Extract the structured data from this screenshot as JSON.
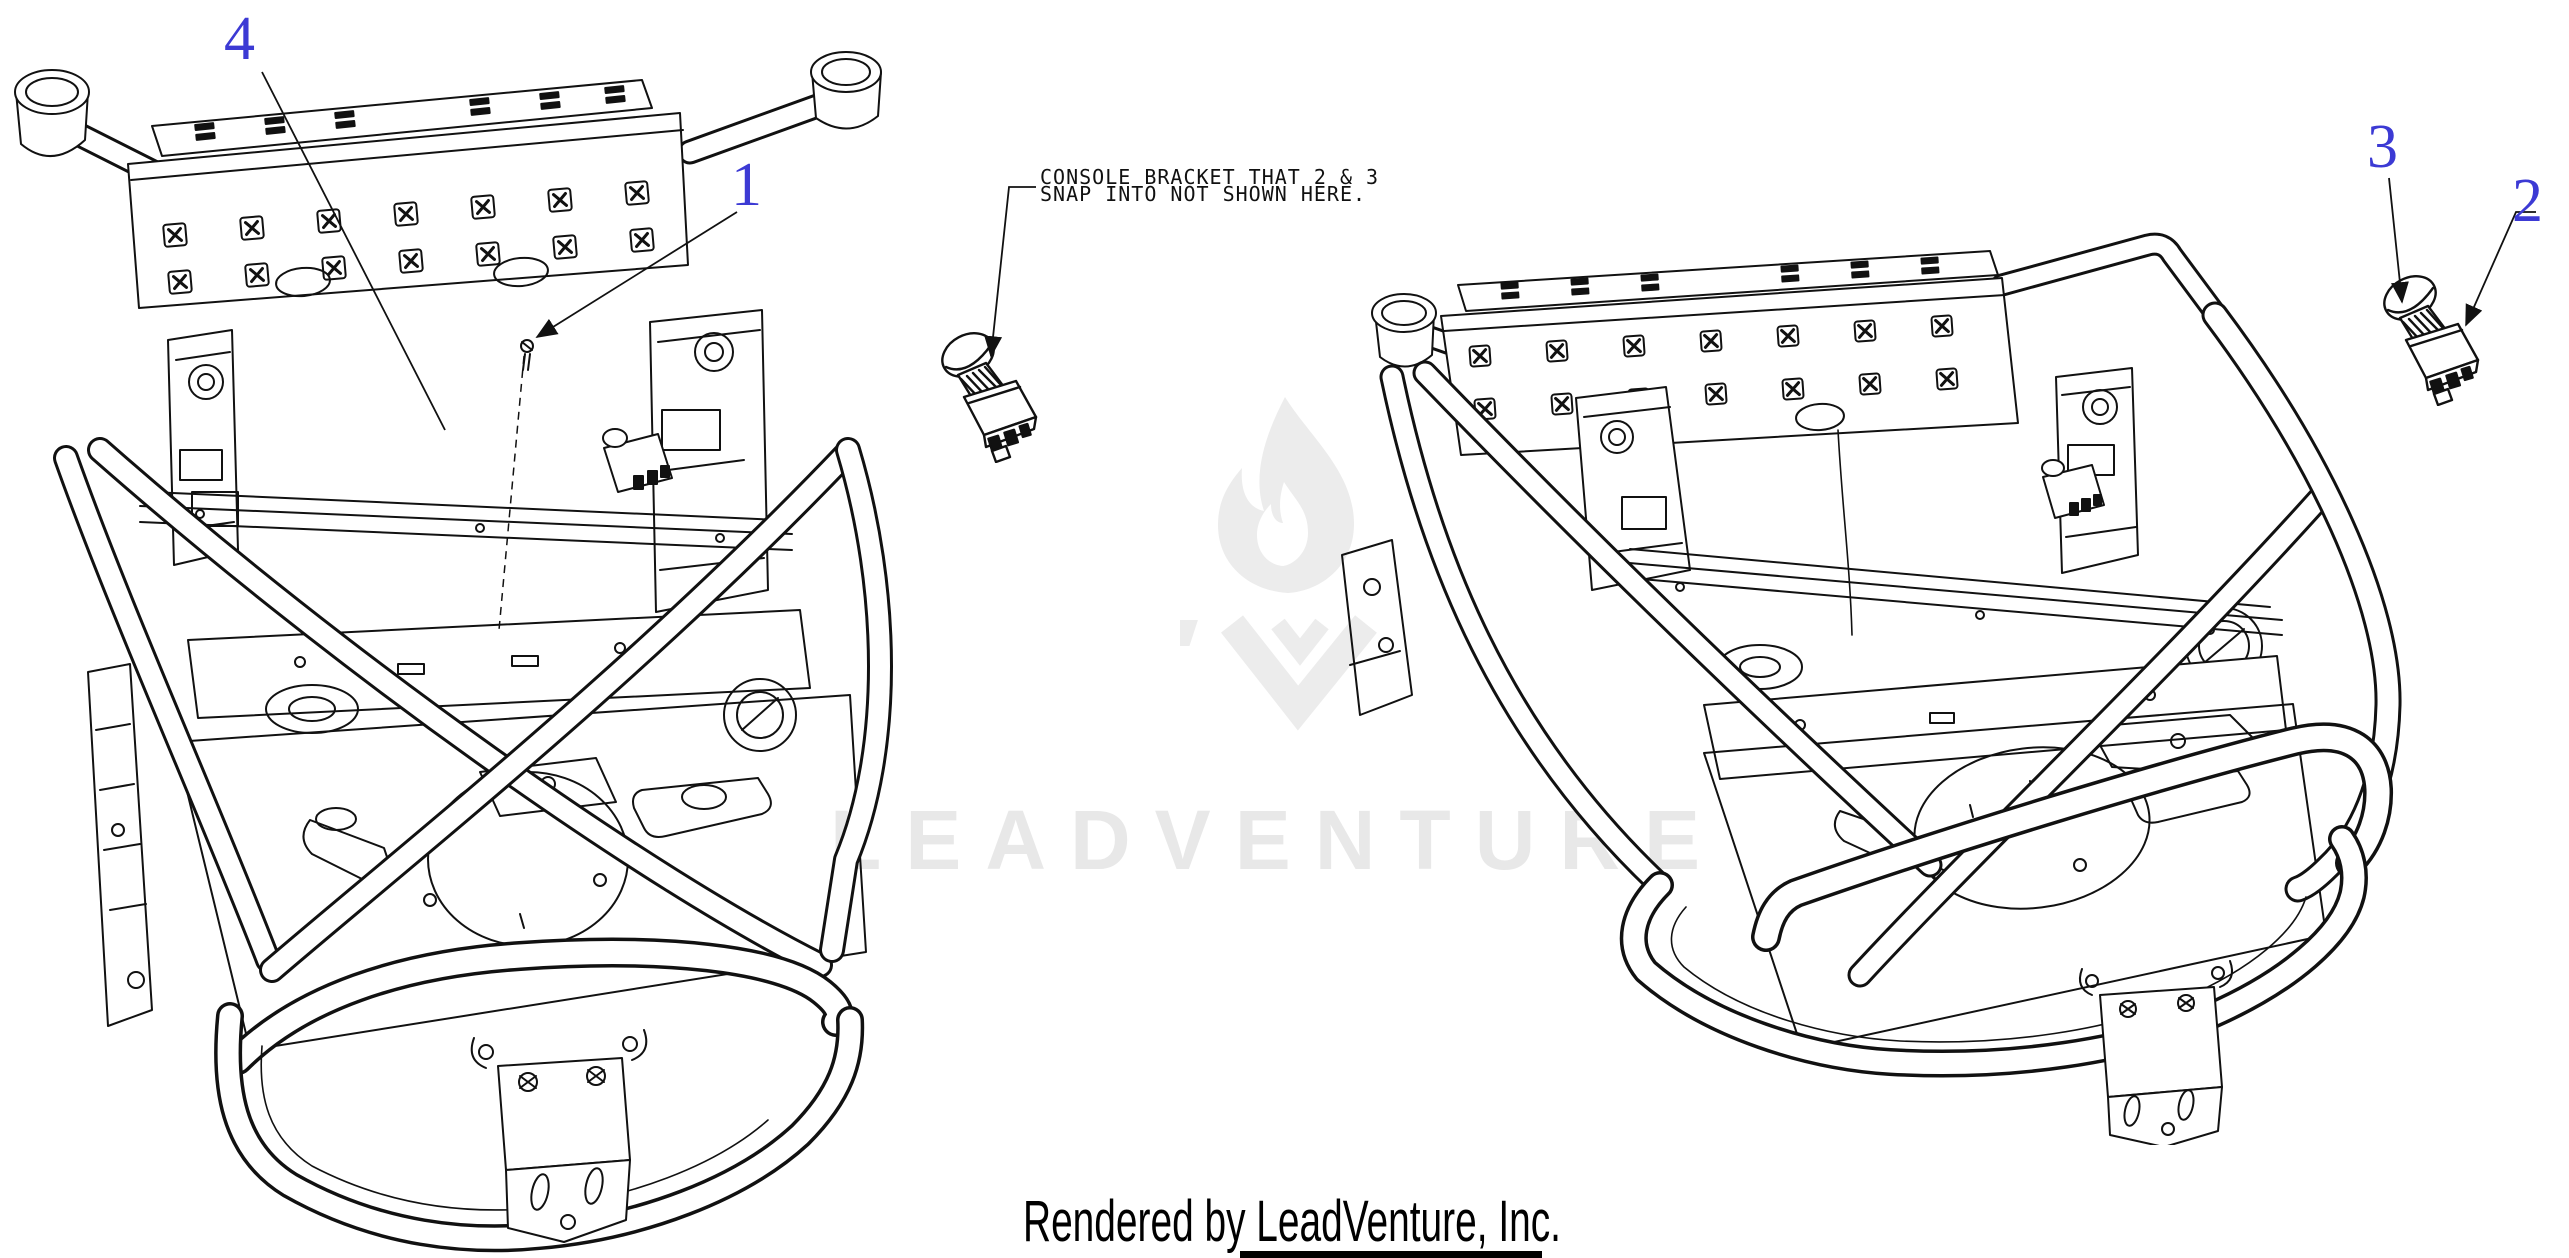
{
  "note": {
    "line1": "CONSOLE BRACKET THAT 2 & 3",
    "line2": "SNAP INTO NOT SHOWN HERE."
  },
  "callouts": {
    "part1": {
      "label": "1"
    },
    "part2": {
      "label": "2"
    },
    "part3": {
      "label": "3"
    },
    "part4": {
      "label": "4"
    }
  },
  "watermark": {
    "text": "LEADVENTURE",
    "logo": "leadventure-flame-logo"
  },
  "footer": {
    "credit": "Rendered by LeadVenture, Inc."
  },
  "colors": {
    "callout_blue": "#3c3ad4",
    "line": "#111111",
    "watermark_gray": "#e8e8e8",
    "logo_gray": "#ececec"
  }
}
